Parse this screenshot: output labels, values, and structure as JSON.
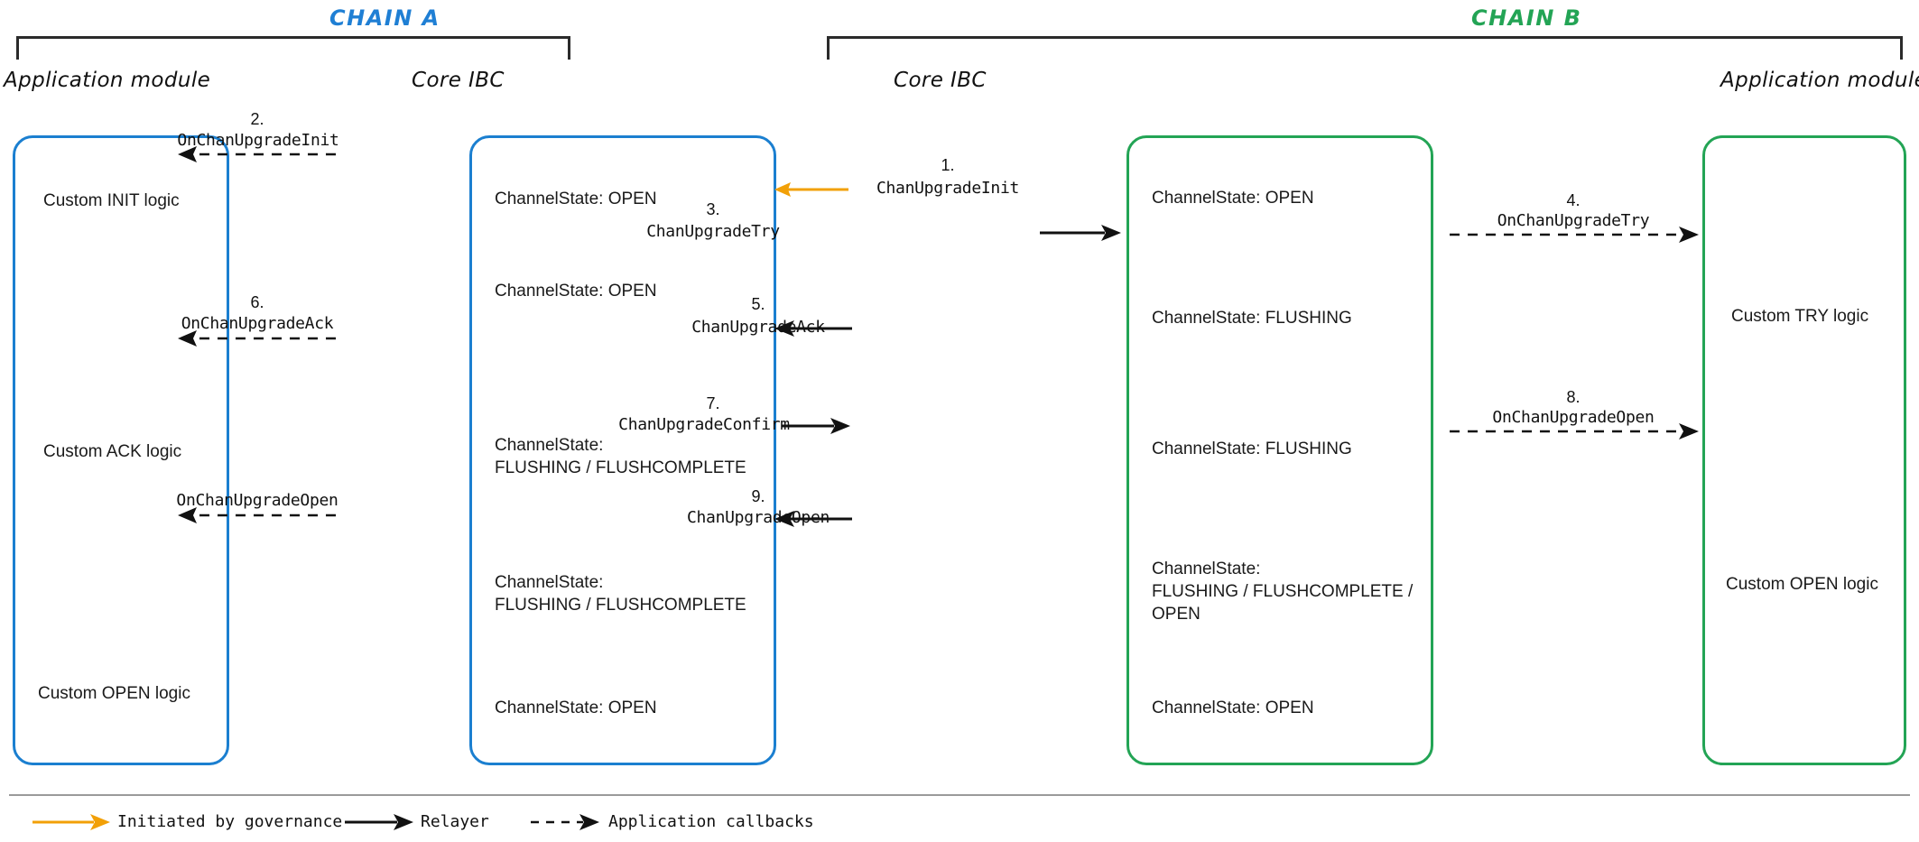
{
  "diagram": {
    "title_chain_a": "CHAIN A",
    "title_chain_b": "CHAIN B",
    "colors": {
      "chain_a": "#1f7fd4",
      "chain_b": "#23a455",
      "governance": "#f2a007",
      "relayer": "#111111",
      "callback": "#111111"
    }
  },
  "columns": {
    "a_app": "Application module",
    "a_core": "Core IBC",
    "b_core": "Core IBC",
    "b_app": "Application module"
  },
  "chain_a": {
    "app_module": {
      "rows": [
        {
          "label": "Custom INIT logic"
        },
        {
          "label": "Custom ACK logic"
        },
        {
          "label": "Custom OPEN logic"
        }
      ]
    },
    "core_ibc": {
      "rows": [
        {
          "label": "ChannelState: OPEN"
        },
        {
          "label": "ChannelState: OPEN"
        },
        {
          "label": "ChannelState:\nFLUSHING / FLUSHCOMPLETE"
        },
        {
          "label": "ChannelState:\nFLUSHING / FLUSHCOMPLETE"
        },
        {
          "label": "ChannelState: OPEN"
        }
      ]
    }
  },
  "chain_b": {
    "core_ibc": {
      "rows": [
        {
          "label": "ChannelState: OPEN"
        },
        {
          "label": "ChannelState: FLUSHING"
        },
        {
          "label": "ChannelState: FLUSHING"
        },
        {
          "label": "ChannelState:\nFLUSHING / FLUSHCOMPLETE /\nOPEN"
        },
        {
          "label": "ChannelState: OPEN"
        }
      ]
    },
    "app_module": {
      "rows": [
        {
          "label": "Custom TRY logic"
        },
        {
          "label": "Custom OPEN logic"
        }
      ]
    }
  },
  "steps": [
    {
      "num": "1.",
      "name": "ChanUpgradeInit",
      "kind": "governance",
      "dir": "left"
    },
    {
      "num": "2.",
      "name": "OnChanUpgradeInit",
      "kind": "callback",
      "dir": "left"
    },
    {
      "num": "3.",
      "name": "ChanUpgradeTry",
      "kind": "relayer",
      "dir": "right"
    },
    {
      "num": "4.",
      "name": "OnChanUpgradeTry",
      "kind": "callback",
      "dir": "right"
    },
    {
      "num": "5.",
      "name": "ChanUpgradeAck",
      "kind": "relayer",
      "dir": "left"
    },
    {
      "num": "6.",
      "name": "OnChanUpgradeAck",
      "kind": "callback",
      "dir": "left"
    },
    {
      "num": "7.",
      "name": "ChanUpgradeConfirm",
      "kind": "relayer",
      "dir": "right"
    },
    {
      "num": "8.",
      "name": "OnChanUpgradeOpen",
      "kind": "callback",
      "dir": "right"
    },
    {
      "num": "9.",
      "name": "ChanUpgradeOpen",
      "kind": "relayer",
      "dir": "left"
    },
    {
      "num": "",
      "name": "OnChanUpgradeOpen",
      "kind": "callback",
      "dir": "left"
    }
  ],
  "legend": {
    "items": [
      {
        "label": "Initiated by governance",
        "kind": "governance"
      },
      {
        "label": "Relayer",
        "kind": "relayer"
      },
      {
        "label": "Application callbacks",
        "kind": "callback"
      }
    ]
  }
}
